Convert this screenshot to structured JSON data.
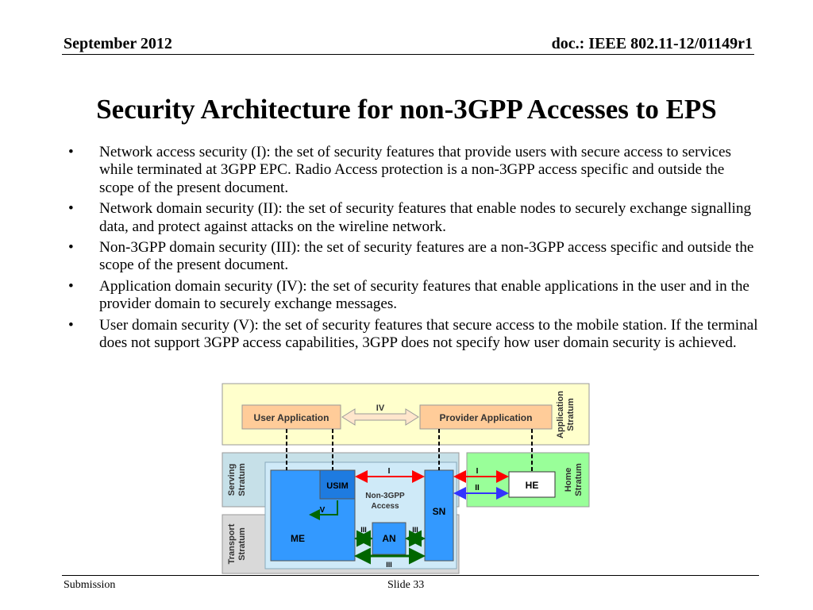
{
  "header": {
    "date": "September 2012",
    "doc_id": "doc.: IEEE 802.11-12/01149r1"
  },
  "title": "Security Architecture for non-3GPP Accesses to EPS",
  "bullets": [
    "Network access security (I): the set of security features that provide users with secure access to services while terminated at 3GPP EPC. Radio Access protection is a non-3GPP access specific and outside the scope of the present document.",
    "Network domain security (II): the set of security features that enable nodes to securely exchange signalling data, and protect against attacks on the wireline network.",
    "Non-3GPP domain security (III): the set of security features are a non-3GPP access specific and outside the scope of the present document.",
    "Application domain security (IV): the set of security features that enable applications in the user and in the provider domain to securely exchange messages.",
    "User domain security (V): the set of security features that secure access to the mobile station. If the terminal does not support 3GPP access capabilities, 3GPP does not specify how user domain security is achieved."
  ],
  "bullet_symbol": "•",
  "diagram": {
    "user_application": "User Application",
    "provider_application": "Provider Application",
    "application_stratum": [
      "Application",
      "Stratum"
    ],
    "serving_stratum": [
      "Serving",
      "Stratum"
    ],
    "transport_stratum": [
      "Transport",
      "Stratum"
    ],
    "home_stratum": [
      "Home",
      "Stratum"
    ],
    "usim": "USIM",
    "me": "ME",
    "an": "AN",
    "sn": "SN",
    "he": "HE",
    "non3gpp_access": [
      "Non-3GPP",
      "Access"
    ],
    "label_iv": "IV",
    "label_i": "I",
    "label_ii": "II",
    "label_iii": "III",
    "label_v": "V",
    "colors": {
      "application_band": "#ffffcc",
      "serving_band": "#c6e0e8",
      "transport_band": "#d9d9d9",
      "home_band": "#99ff99",
      "app_box": "#ffcc99",
      "light_blue_area": "#cfeaf8",
      "node_blue": "#3399ff",
      "usim_blue": "#1e7be0",
      "arrow_red": "#ff0000",
      "arrow_blue": "#3333ff",
      "arrow_green": "#006600"
    }
  },
  "footer": {
    "left": "Submission",
    "center": "Slide 33"
  }
}
